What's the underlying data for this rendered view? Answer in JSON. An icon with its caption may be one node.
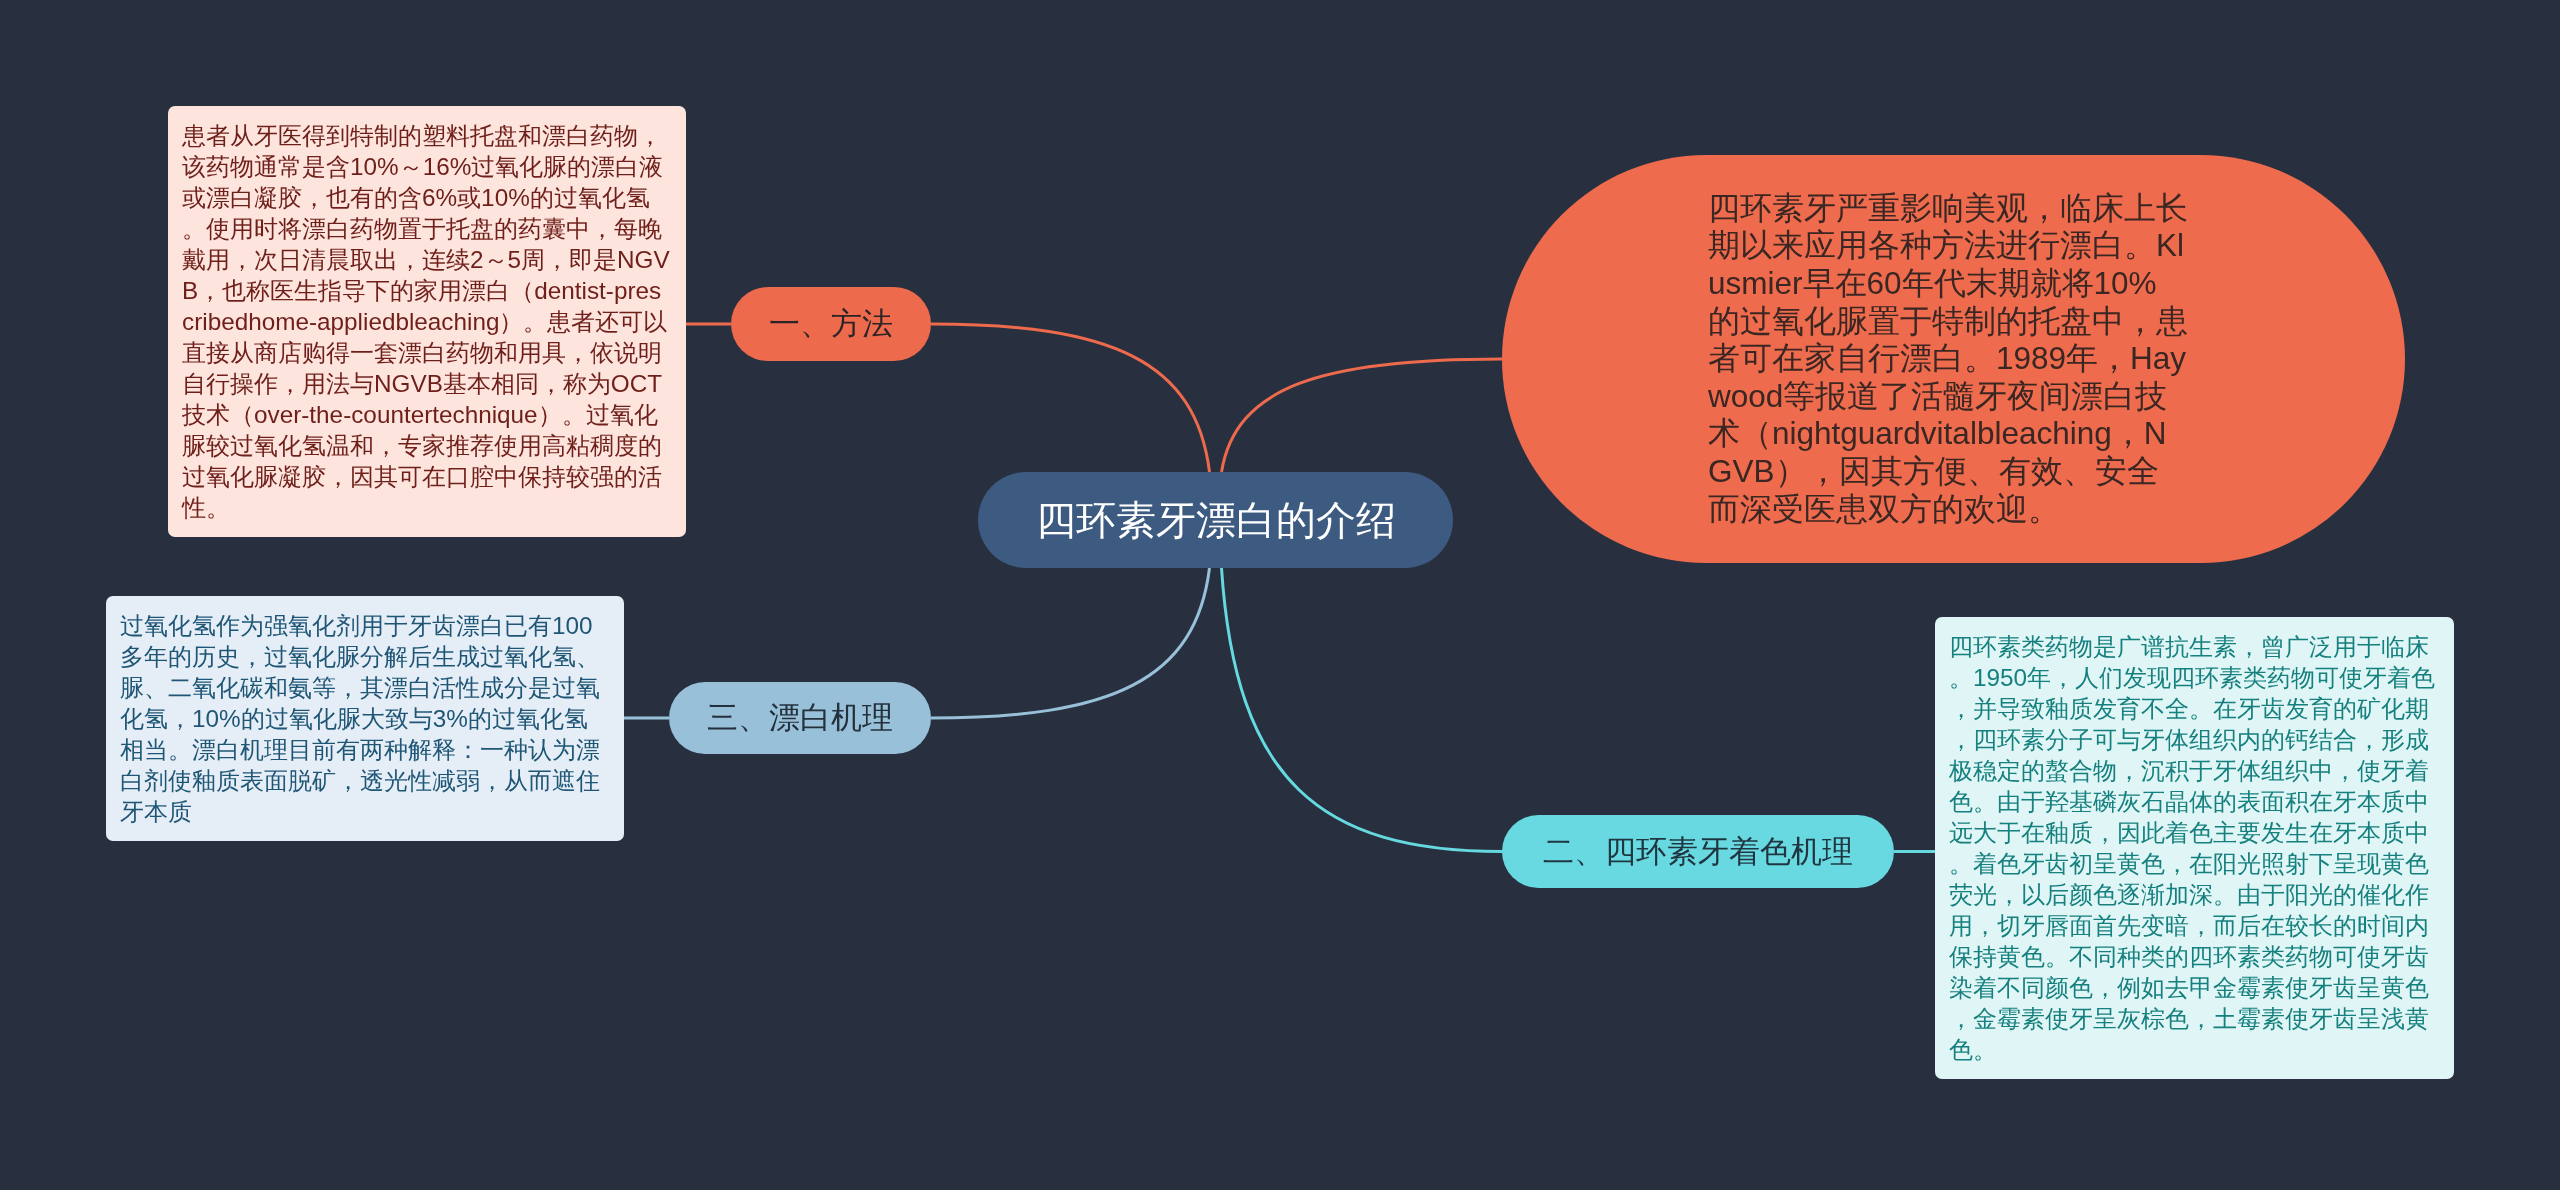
{
  "diagram": {
    "nodes": [
      {
        "text": [
          "四环素牙漂白的介绍"
        ]
      },
      {
        "text": [
          "一、方法"
        ]
      },
      {
        "text": [
          "患者从牙医得到特制的塑料托盘和漂白药物，该药物通常是含10%～16%过氧化脲的漂白液或漂白凝胶，也有的含6%或10%的过氧化氢。使用时将漂白药物置于托盘的药囊中，每晚戴用，次日清晨取出，连续2～5周，即是NGVB，也称医生指导下的家用漂白（dentist-prescribedhome-appliedbleaching）。患者还可以直接从商店购得一套漂白药物和用具，依说明自行操作，用法与NGVB基本相同，称为OCT技术（over-the-countertechnique）。过氧化脲较过氧化氢温和，专家推荐使用高粘稠度的过氧化脲凝胶，因其可在口腔中保持较强的活性。"
        ]
      },
      {
        "text": [
          "四环素牙严重影响美观，临床上长期以来应用各种方法进行漂白。Klusmier早在60年代末期就将10%的过氧化脲置于特制的托盘中，患者可在家自行漂白。1989年，Haywood等报道了活髓牙夜间漂白技术（nightguardvitalbleaching，NGVB），因其方便、有效、安全而深受医患双方的欢迎。"
        ]
      },
      {
        "text": [
          "三、漂白机理"
        ]
      },
      {
        "text": [
          "过氧化氢作为强氧化剂用于牙齿漂白已有100多年的历史，过氧化脲分解后生成过氧化氢、脲、二氧化碳和氨等，其漂白活性成分是过氧化氢，10%的过氧化脲大致与3%的过氧化氢相当。漂白机理目前有两种解释：一种认为漂白剂使釉质表面脱矿，透光性减弱，从而遮住牙本质"
        ]
      },
      {
        "text": [
          "二、四环素牙着色机理"
        ]
      },
      {
        "text": [
          "四环素类药物是广谱抗生素，曾广泛用于临床。1950年，人们发现四环素类药物可使牙着色，并导致釉质发育不全。在牙齿发育的矿化期，四环素分子可与牙体组织内的钙结合，形成极稳定的螯合物，沉积于牙体组织中，使牙着色。由于羟基磷灰石晶体的表面积在牙本质中远大于在釉质，因此着色主要发生在牙本质中。着色牙齿初呈黄色，在阳光照射下呈现黄色荧光，以后颜色逐渐加深。由于阳光的催化作用，切牙唇面首先变暗，而后在较长的时间内保持黄色。不同种类的四环素类药物可使牙齿染着不同颜色，例如去甲金霉素使牙齿呈黄色，金霉素使牙呈灰棕色，土霉素使牙齿呈浅黄色。"
        ]
      }
    ],
    "edges": [
      {
        "from": 0,
        "to": 1,
        "arrow": "none"
      },
      {
        "from": 1,
        "to": 2,
        "arrow": "none"
      },
      {
        "from": 0,
        "to": 3,
        "arrow": "none"
      },
      {
        "from": 0,
        "to": 4,
        "arrow": "none",
        "color": "#98c1d9"
      },
      {
        "from": 4,
        "to": 5,
        "arrow": "none",
        "color": "#98c1d9"
      },
      {
        "from": 0,
        "to": 6,
        "arrow": "none",
        "color": "#66d9e0"
      },
      {
        "from": 6,
        "to": 7,
        "arrow": "none",
        "color": "#66d9e0"
      }
    ]
  }
}
